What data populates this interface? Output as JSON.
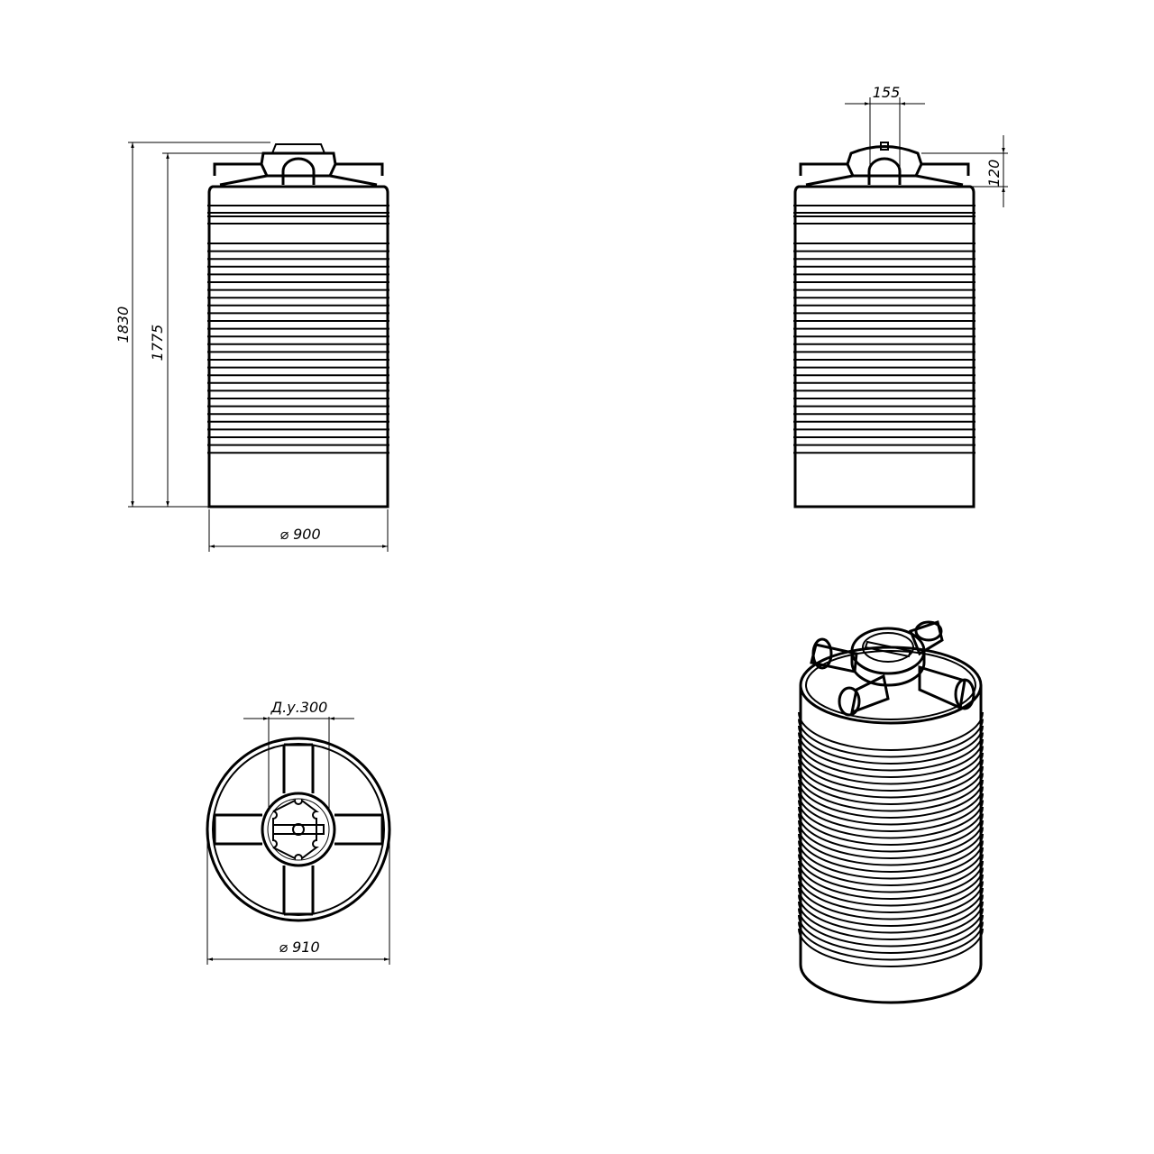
{
  "drawing": {
    "front_view": {
      "height_total": "1830",
      "height_body": "1775",
      "diameter": "⌀ 900"
    },
    "side_view": {
      "hatch_width": "155",
      "cap_height": "120"
    },
    "top_view": {
      "hatch_nominal": "Д.у.300",
      "diameter": "⌀ 910"
    },
    "stroke_color": "#000000",
    "background": "#ffffff"
  }
}
